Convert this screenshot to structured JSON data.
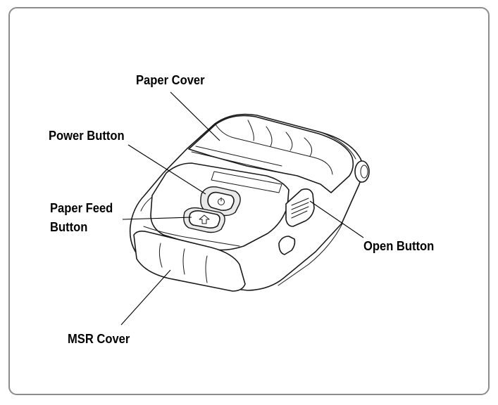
{
  "labels": {
    "paper_cover": "Paper Cover",
    "power_button": "Power Button",
    "paper_feed_line1": "Paper Feed",
    "paper_feed_line2": "Button",
    "open_button": "Open Button",
    "msr_cover": "MSR Cover"
  },
  "colors": {
    "frame_border": "#8c8c8c",
    "line": "#1a1a1a"
  }
}
